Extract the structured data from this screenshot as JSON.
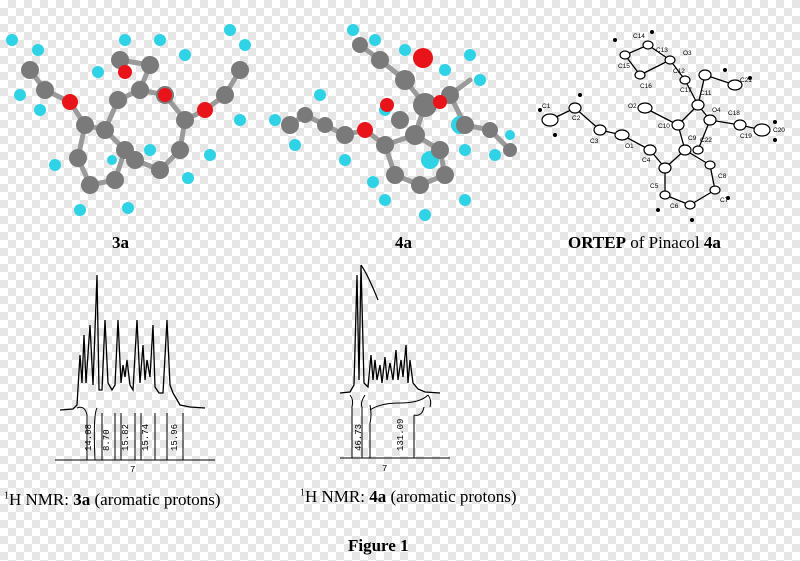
{
  "molecules": [
    {
      "id": "3a",
      "label": "3a"
    },
    {
      "id": "4a",
      "label": "4a"
    }
  ],
  "ortep": {
    "prefix": "ORTEP",
    "middle": " of Pinacol ",
    "compound": "4a",
    "atoms": [
      "C1",
      "C2",
      "C3",
      "O1",
      "C4",
      "C5",
      "C6",
      "C7",
      "C8",
      "C9",
      "C10",
      "O2",
      "C11",
      "C12",
      "O3",
      "C13",
      "C14",
      "C15",
      "C16",
      "C17",
      "O4",
      "C18",
      "C19",
      "C20",
      "C21",
      "C22"
    ]
  },
  "nmr_3a": {
    "sup": "1",
    "prefix": "H NMR: ",
    "compound": "3a",
    "suffix": " (aromatic protons)",
    "integrals": [
      "14.08",
      "8.70",
      "15.82",
      "15.74",
      "15.96"
    ],
    "ppm_tick": "7"
  },
  "nmr_4a": {
    "sup": "1",
    "prefix": "H NMR: ",
    "compound": "4a",
    "suffix": " (aromatic protons)",
    "integrals": [
      "46.73",
      "131.09"
    ],
    "ppm_tick": "7"
  },
  "figure_caption": "Figure 1",
  "colors": {
    "carbon": "#7a7a7a",
    "hydrogen": "#2fd3e6",
    "oxygen": "#e8141a",
    "bond": "#9a9a9a"
  }
}
